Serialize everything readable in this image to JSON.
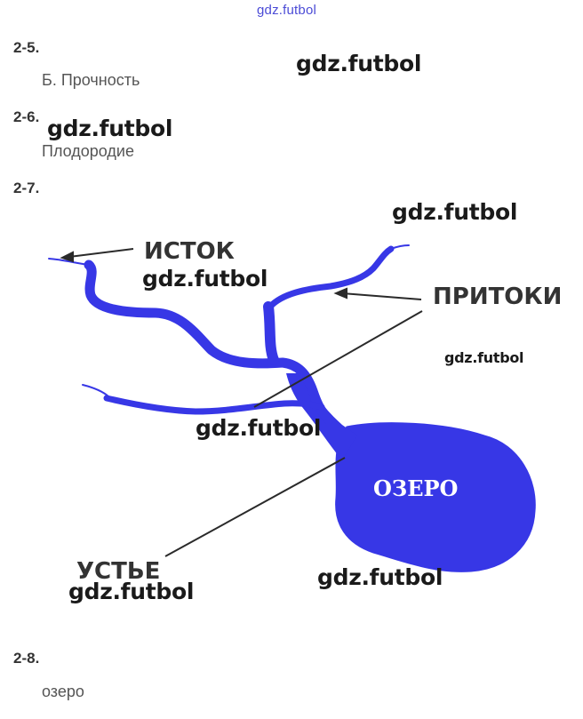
{
  "watermark": {
    "top": "gdz.futbol",
    "text": "gdz.futbol"
  },
  "items": [
    {
      "number": "2-5.",
      "answer": "Б. Прочность"
    },
    {
      "number": "2-6.",
      "answer": "Плодородие"
    },
    {
      "number": "2-7.",
      "answer": ""
    },
    {
      "number": "2-8.",
      "answer": "озеро"
    }
  ],
  "diagram": {
    "source_label": "ИСТОК",
    "tributaries_label": "ПРИТОКИ",
    "mouth_label": "УСТЬЕ",
    "lake_label": "ОЗЕРО",
    "water_color": "#3737e6"
  }
}
